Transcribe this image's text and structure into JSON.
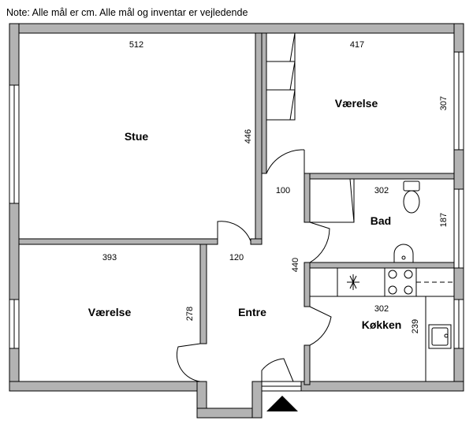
{
  "note": "Note: Alle mål er cm. Alle mål og inventar er vejledende",
  "rooms": {
    "stue": {
      "label": "Stue",
      "width": "512",
      "height": "446"
    },
    "vaerelse_top": {
      "label": "Værelse",
      "width": "417",
      "height": "307"
    },
    "bad": {
      "label": "Bad",
      "width": "302",
      "height": "187"
    },
    "vaerelse_bottom": {
      "label": "Værelse",
      "width": "393",
      "height": "278"
    },
    "entre": {
      "label": "Entre",
      "width_upper": "100",
      "width_lower": "120",
      "height": "440"
    },
    "koekken": {
      "label": "Køkken",
      "width": "302",
      "height": "239"
    }
  }
}
